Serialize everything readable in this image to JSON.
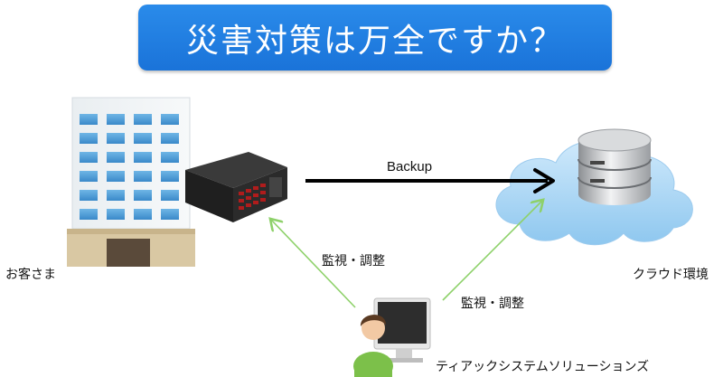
{
  "title": "災害対策は万全ですか？",
  "nodes": {
    "customer": "お客さま",
    "cloud": "クラウド環境",
    "company": "ティアックシステムソリューションズ"
  },
  "edges": {
    "backup": "Backup",
    "monitor_server": "監視・調整",
    "monitor_cloud": "監視・調整"
  },
  "colors": {
    "banner": "#1f7fe0",
    "backup_arrow": "#000000",
    "monitor_arrow": "#8ed16a"
  },
  "icons": {
    "building": "office-building-icon",
    "server": "rack-server-icon",
    "cloud": "cloud-database-icon",
    "operator": "person-at-monitor-icon"
  }
}
